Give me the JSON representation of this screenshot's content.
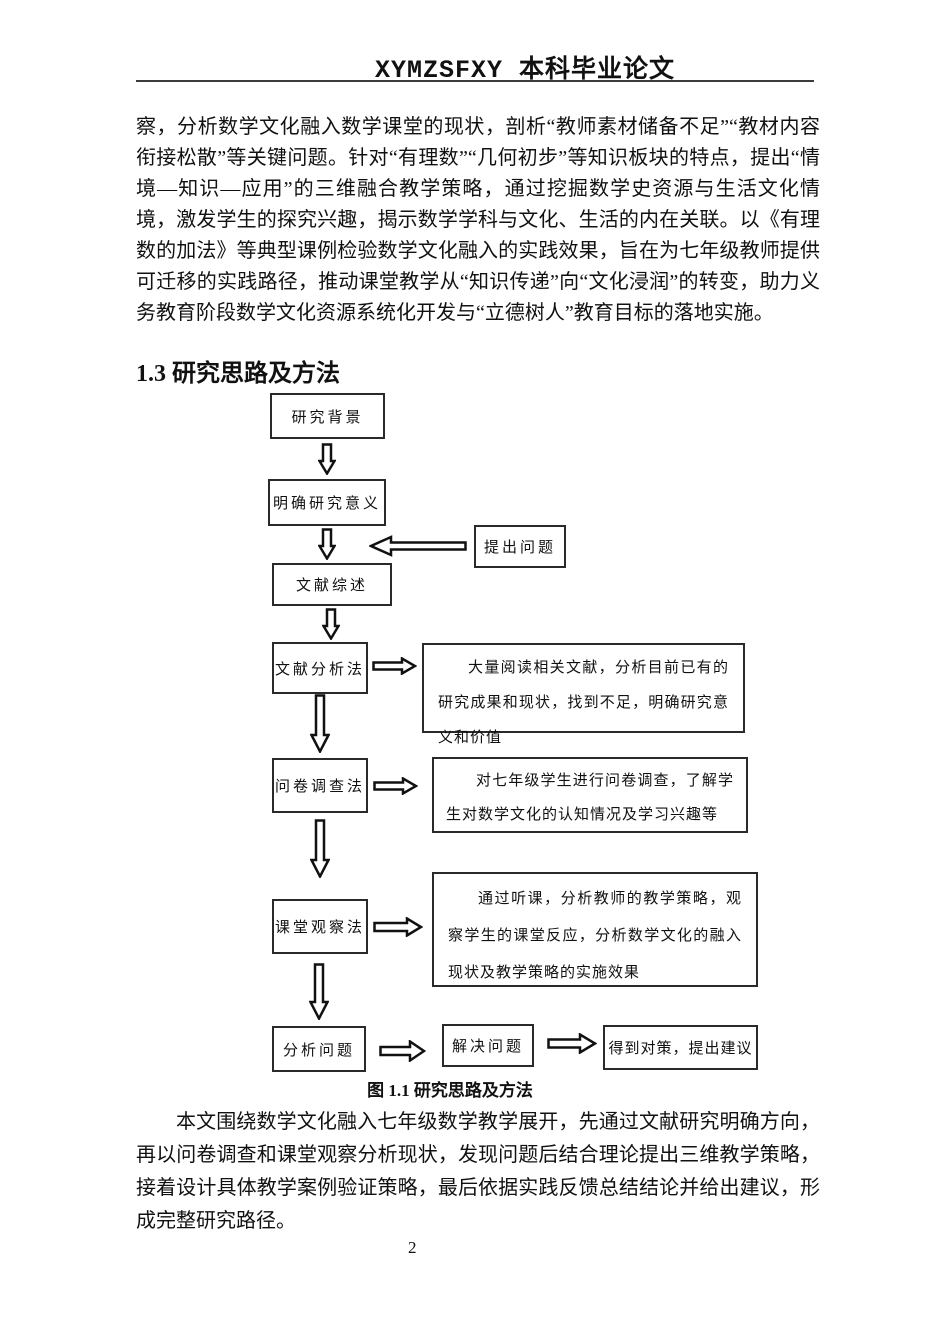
{
  "header": {
    "title": "XYMZSFXY 本科毕业论文"
  },
  "body": {
    "paragraph1": "察，分析数学文化融入数学课堂的现状，剖析“教师素材储备不足”“教材内容衔接松散”等关键问题。针对“有理数”“几何初步”等知识板块的特点，提出“情境—知识—应用”的三维融合教学策略，通过挖掘数学史资源与生活文化情境，激发学生的探究兴趣，揭示数学学科与文化、生活的内在关联。以《有理数的加法》等典型课例检验数学文化融入的实践效果，旨在为七年级教师提供可迁移的实践路径，推动课堂教学从“知识传递”向“文化浸润”的转变，助力义务教育阶段数学文化资源系统化开发与“立德树人”教育目标的落地实施。",
    "section_heading": "1.3 研究思路及方法",
    "paragraph2": "本文围绕数学文化融入七年级数学教学展开，先通过文献研究明确方向，再以问卷调查和课堂观察分析现状，发现问题后结合理论提出三维教学策略，接着设计具体教学案例验证策略，最后依据实践反馈总结结论并给出建议，形成完整研究路径。",
    "page_number": "2"
  },
  "flowchart": {
    "nodes": {
      "research_background": "研究背景",
      "clarify_significance": "明确研究意义",
      "raise_questions": "提出问题",
      "literature_review": "文献综述",
      "literature_analysis_method": "文献分析法",
      "literature_analysis_desc": "大量阅读相关文献，分析目前已有的研究成果和现状，找到不足，明确研究意义和价值",
      "questionnaire_method": "问卷调查法",
      "questionnaire_desc": "对七年级学生进行问卷调查，了解学生对数学文化的认知情况及学习兴趣等",
      "classroom_observation_method": "课堂观察法",
      "classroom_observation_desc": "通过听课，分析教师的教学策略，观察学生的课堂反应，分析数学文化的融入现状及教学策略的实施效果",
      "analyze_problems": "分析问题",
      "solve_problems": "解决问题",
      "conclusions": "得到对策，提出建议"
    },
    "caption": "图 1.1 研究思路及方法"
  }
}
